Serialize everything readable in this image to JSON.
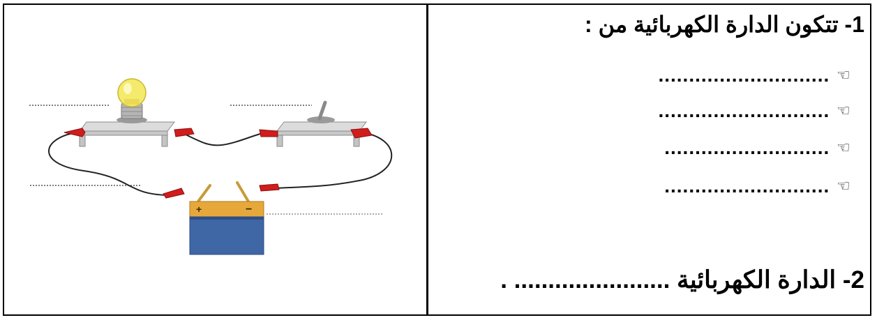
{
  "question1": {
    "title": "1- تتكون الدارة الكهربائية من :",
    "items": [
      {
        "icon": "pointing-hand-icon",
        "blank": "............................"
      },
      {
        "icon": "pointing-hand-icon",
        "blank": "............................"
      },
      {
        "icon": "pointing-hand-icon",
        "blank": "..........................."
      },
      {
        "icon": "pointing-hand-icon",
        "blank": "..........................."
      }
    ]
  },
  "question2": {
    "text": "2- الدارة الكهربائية ....................... ."
  },
  "circuit": {
    "components": [
      "lamp",
      "switch",
      "battery",
      "wires",
      "clips"
    ],
    "battery_plus": "+",
    "battery_minus": "−"
  },
  "colors": {
    "border": "#000000",
    "clip": "#d21d1d",
    "battery_top": "#e7a83b",
    "battery_body": "#3f67a6",
    "bulb": "#f4ea6b"
  }
}
